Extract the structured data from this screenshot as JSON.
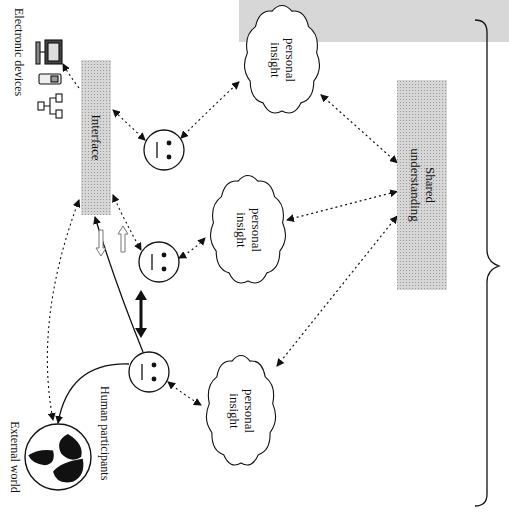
{
  "diagram": {
    "nodes": [
      {
        "text": [
          "Shared understanding"
        ]
      },
      {
        "text": [
          "personal insight"
        ]
      },
      {
        "text": [
          "personal insight"
        ]
      },
      {
        "text": [
          "personal insight"
        ]
      },
      {
        "text": [
          "Interface"
        ]
      },
      {
        "text": [
          "External world"
        ]
      }
    ],
    "edges": [
      {
        "from": 1,
        "to": 0,
        "arrow": "both"
      },
      {
        "from": 2,
        "to": 0,
        "arrow": "both"
      },
      {
        "from": 3,
        "to": 0,
        "arrow": "both"
      }
    ],
    "labels": [
      "Electronic devices",
      "Human participants"
    ]
  }
}
